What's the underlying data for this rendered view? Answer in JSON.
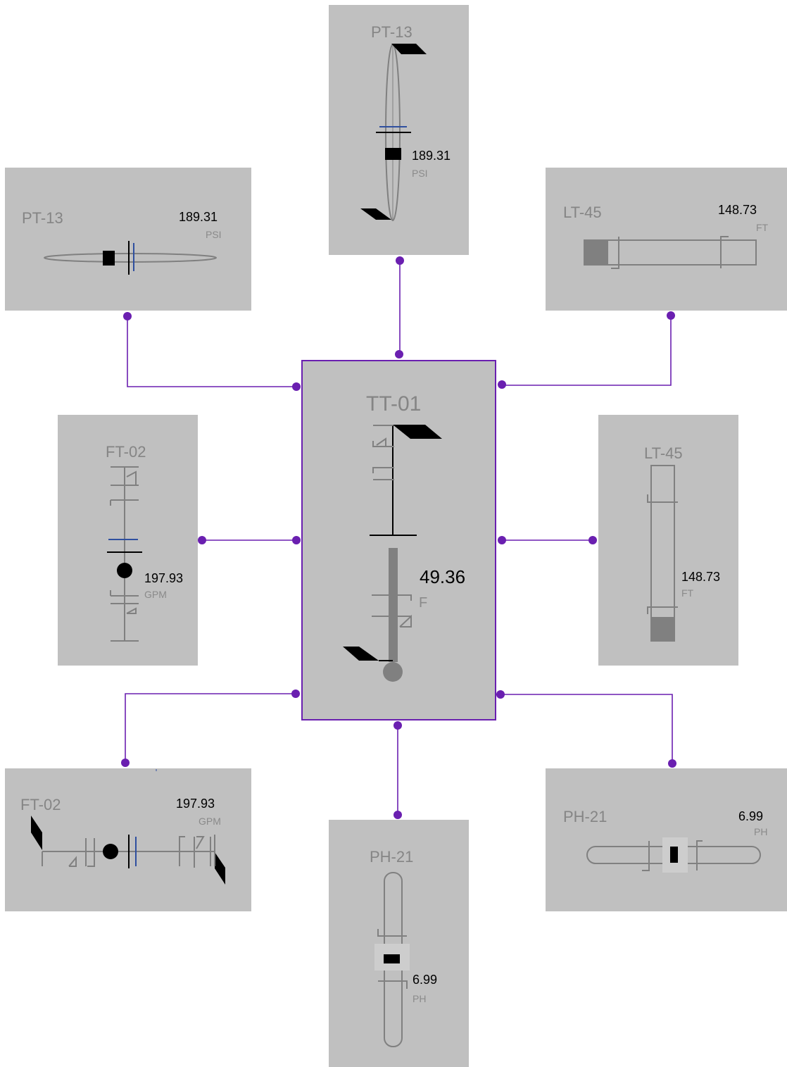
{
  "colors": {
    "panel_bg": "#c0c0c0",
    "connector": "#6a1fb0",
    "tag_text": "#858585",
    "track": "#808080",
    "setpoint": "#2f4f9f",
    "indicator": "#000000"
  },
  "central": {
    "tag": "TT-01",
    "value": "49.36",
    "unit": "F",
    "level_fraction": 0.45
  },
  "panels": {
    "pt13_horizontal": {
      "tag": "PT-13",
      "value": "189.31",
      "unit": "PSI"
    },
    "pt13_vertical": {
      "tag": "PT-13",
      "value": "189.31",
      "unit": "PSI"
    },
    "lt45_horizontal": {
      "tag": "LT-45",
      "value": "148.73",
      "unit": "FT",
      "level_fraction": 0.14
    },
    "ft02_vertical": {
      "tag": "FT-02",
      "value": "197.93",
      "unit": "GPM"
    },
    "lt45_vertical": {
      "tag": "LT-45",
      "value": "148.73",
      "unit": "FT",
      "level_fraction": 0.14
    },
    "ft02_horizontal": {
      "tag": "FT-02",
      "value": "197.93",
      "unit": "GPM"
    },
    "ph21_vertical": {
      "tag": "PH-21",
      "value": "6.99",
      "unit": "PH"
    },
    "ph21_horizontal": {
      "tag": "PH-21",
      "value": "6.99",
      "unit": "PH"
    }
  }
}
